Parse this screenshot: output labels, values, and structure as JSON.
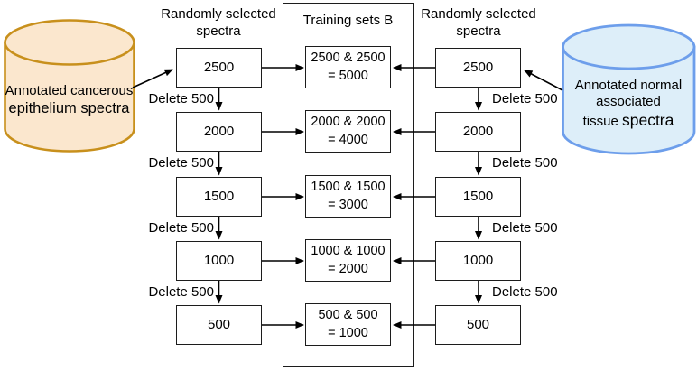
{
  "cylinders": {
    "left": {
      "line1": "Annotated cancerous",
      "line2": "epithelium spectra",
      "fill": "#FBE7CE",
      "stroke": "#C8901C"
    },
    "right": {
      "line1": "Annotated normal",
      "line2": "associated",
      "line3_small": "tissue ",
      "line3_large": "spectra",
      "fill": "#DDEEF9",
      "stroke": "#6D9EEB"
    }
  },
  "headers": {
    "left_top": "Randomly selected",
    "left_bottom": "spectra",
    "center": "Training sets B",
    "right_top": "Randomly selected",
    "right_bottom": "spectra"
  },
  "left_column": {
    "boxes": [
      "2500",
      "2000",
      "1500",
      "1000",
      "500"
    ],
    "delete_label": "Delete 500"
  },
  "right_column": {
    "boxes": [
      "2500",
      "2000",
      "1500",
      "1000",
      "500"
    ],
    "delete_label": "Delete 500"
  },
  "center_column": {
    "boxes": [
      {
        "top": "2500 & 2500",
        "bottom": "= 5000"
      },
      {
        "top": "2000 & 2000",
        "bottom": "= 4000"
      },
      {
        "top": "1500 & 1500",
        "bottom": "= 3000"
      },
      {
        "top": "1000 & 1000",
        "bottom": "= 2000"
      },
      {
        "top": "500 & 500",
        "bottom": "= 1000"
      }
    ]
  }
}
